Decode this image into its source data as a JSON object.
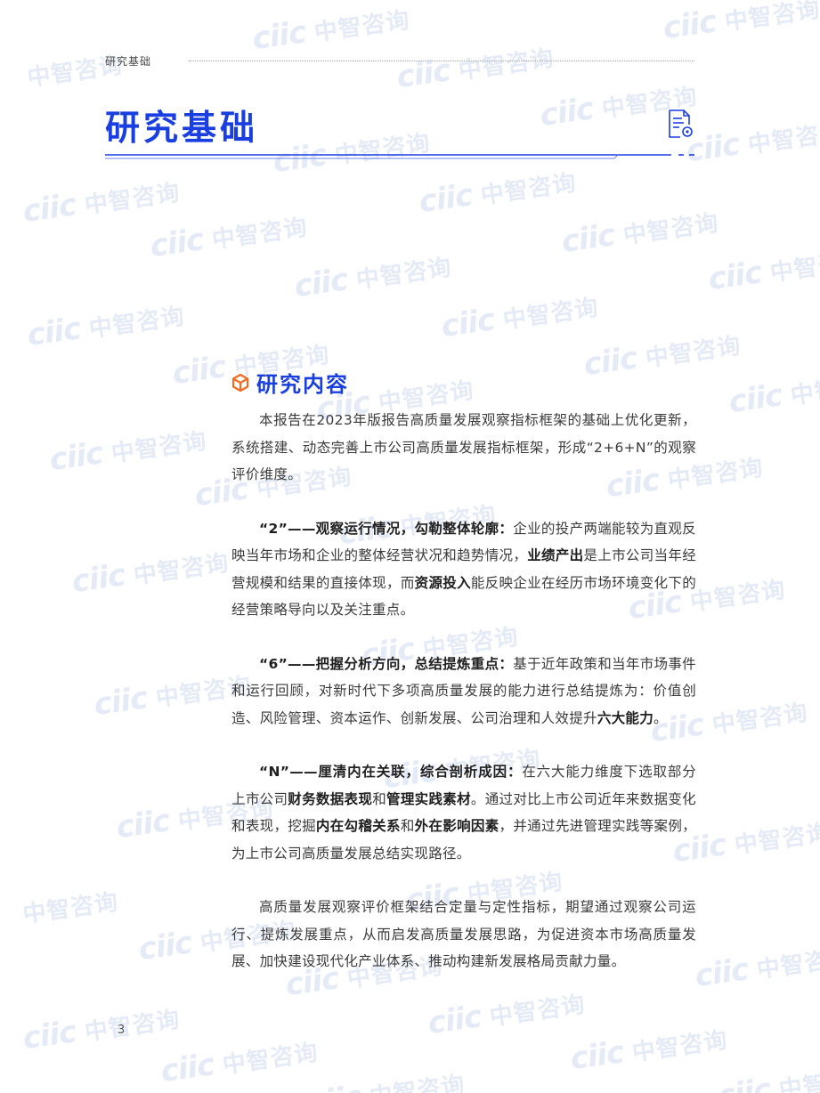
{
  "header": {
    "running_title": "研究基础"
  },
  "page": {
    "title": "研究基础",
    "number": "3"
  },
  "watermark": {
    "brand": "ciic",
    "text": "中智咨询"
  },
  "section": {
    "icon": "cube-icon",
    "title": "研究内容",
    "intro": "本报告在2023年版报告高质量发展观察指标框架的基础上优化更新，系统搭建、动态完善上市公司高质量发展指标框架，形成“2+6+N”的观察评价维度。",
    "p2": {
      "lead": "“2”——观察运行情况，勾勒整体轮廓：",
      "t1": "企业的投产两端能较为直观反映当年市场和企业的整体经营状况和趋势情况，",
      "b1": "业绩产出",
      "t2": "是上市公司当年经营规模和结果的直接体现，而",
      "b2": "资源投入",
      "t3": "能反映企业在经历市场环境变化下的经营策略导向以及关注重点。"
    },
    "p3": {
      "lead": "“6”——把握分析方向，总结提炼重点：",
      "t1": "基于近年政策和当年市场事件和运行回顾，对新时代下多项高质量发展的能力进行总结提炼为：价值创造、风险管理、资本运作、创新发展、公司治理和人效提升",
      "b1": "六大能力",
      "t2": "。"
    },
    "p4": {
      "lead": "“N”——厘清内在关联，综合剖析成因：",
      "t1": "在六大能力维度下选取部分上市公司",
      "b1": "财务数据表现",
      "t2": "和",
      "b2": "管理实践素材",
      "t3": "。通过对比上市公司近年来数据变化和表现，挖掘",
      "b3": "内在勾稽关系",
      "t4": "和",
      "b4": "外在影响因素",
      "t5": "，并通过先进管理实践等案例，为上市公司高质量发展总结实现路径。"
    },
    "closing": "高质量发展观察评价框架结合定量与定性指标，期望通过观察公司运行、提炼发展重点，从而启发高质量发展思路，为促进资本市场高质量发展、加快建设现代化产业体系、推动构建新发展格局贡献力量。"
  },
  "colors": {
    "accent_blue": "#1a3fe0",
    "icon_orange": "#f26b21",
    "watermark": "#e4ebf6"
  }
}
